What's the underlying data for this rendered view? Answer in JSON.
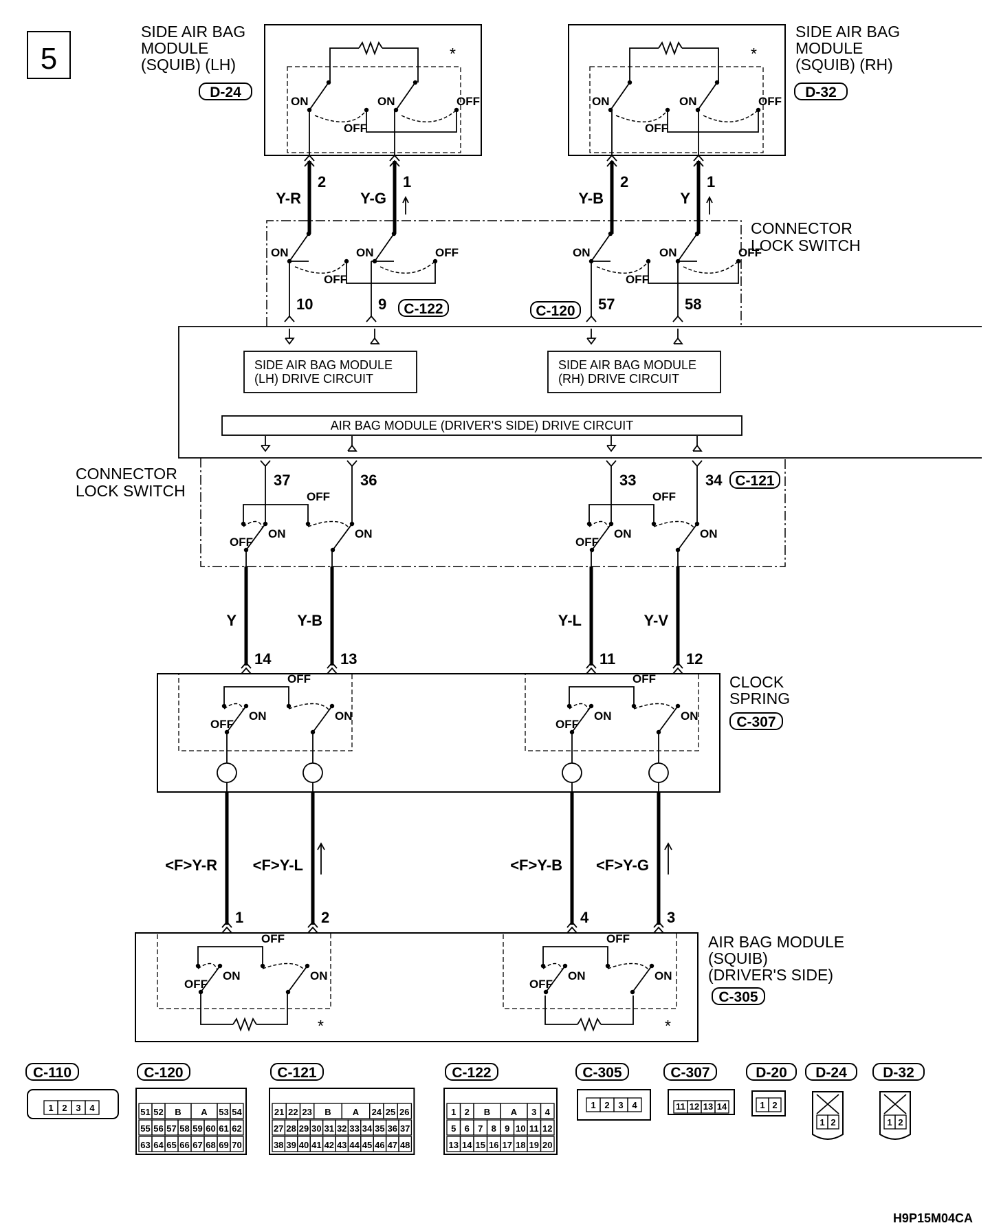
{
  "page_number": "5",
  "footer_code": "H9P15M04CA",
  "modules": {
    "sab_lh": {
      "lines": [
        "SIDE AIR BAG",
        "MODULE",
        "(SQUIB) (LH)"
      ],
      "connector": "D-24"
    },
    "sab_rh": {
      "lines": [
        "SIDE AIR BAG",
        "MODULE",
        "(SQUIB) (RH)"
      ],
      "connector": "D-32"
    },
    "lock_switch_upper": {
      "lines": [
        "CONNECTOR",
        "LOCK SWITCH"
      ]
    },
    "lock_switch_lower": {
      "lines": [
        "CONNECTOR",
        "LOCK SWITCH"
      ]
    },
    "clock_spring": {
      "lines": [
        "CLOCK",
        "SPRING"
      ],
      "connector": "C-307"
    },
    "driver_module": {
      "lines": [
        "AIR BAG MODULE",
        "(SQUIB)",
        "(DRIVER'S SIDE)"
      ],
      "connector": "C-305"
    }
  },
  "ecu_circuits": {
    "lh_drive": [
      "SIDE AIR BAG MODULE",
      "(LH) DRIVE CIRCUIT"
    ],
    "rh_drive": [
      "SIDE AIR BAG MODULE",
      "(RH) DRIVE CIRCUIT"
    ],
    "driver_drive": "AIR BAG MODULE (DRIVER'S SIDE) DRIVE CIRCUIT"
  },
  "connectors": {
    "c122": "C-122",
    "c120": "C-120",
    "c121": "C-121"
  },
  "switch_labels": {
    "on": "ON",
    "off": "OFF"
  },
  "asterisk": "*",
  "pins": {
    "lh_top_2": "2",
    "lh_top_1": "1",
    "rh_top_2": "2",
    "rh_top_1": "1",
    "c122_10": "10",
    "c122_9": "9",
    "c120_57": "57",
    "c120_58": "58",
    "c121_37": "37",
    "c121_36": "36",
    "c121_33": "33",
    "c121_34": "34",
    "cs_14": "14",
    "cs_13": "13",
    "cs_11": "11",
    "cs_12": "12",
    "dm_1": "1",
    "dm_2": "2",
    "dm_4": "4",
    "dm_3": "3"
  },
  "wires": {
    "lh_a": "Y-R",
    "lh_b": "Y-G",
    "rh_a": "Y-B",
    "rh_b": "Y",
    "mid_a": "Y",
    "mid_b": "Y-B",
    "mid_c": "Y-L",
    "mid_d": "Y-V",
    "low_a": "<F>Y-R",
    "low_b": "<F>Y-L",
    "low_c": "<F>Y-B",
    "low_d": "<F>Y-G"
  },
  "connector_views": [
    {
      "code": "C-110",
      "pins": [
        "1",
        "2",
        "3",
        "4"
      ]
    },
    {
      "code": "C-120",
      "rows": [
        [
          "51",
          "52",
          "B",
          "A",
          "53",
          "54"
        ],
        [
          "55",
          "56",
          "57",
          "58",
          "59",
          "60",
          "61",
          "62"
        ],
        [
          "63",
          "64",
          "65",
          "66",
          "67",
          "68",
          "69",
          "70"
        ]
      ]
    },
    {
      "code": "C-121",
      "rows": [
        [
          "21",
          "22",
          "23",
          "B",
          "A",
          "24",
          "25",
          "26"
        ],
        [
          "27",
          "28",
          "29",
          "30",
          "31",
          "32",
          "33",
          "34",
          "35",
          "36",
          "37"
        ],
        [
          "38",
          "39",
          "40",
          "41",
          "42",
          "43",
          "44",
          "45",
          "46",
          "47",
          "48"
        ]
      ]
    },
    {
      "code": "C-122",
      "rows": [
        [
          "1",
          "2",
          "B",
          "A",
          "3",
          "4"
        ],
        [
          "5",
          "6",
          "7",
          "8",
          "9",
          "10",
          "11",
          "12"
        ],
        [
          "13",
          "14",
          "15",
          "16",
          "17",
          "18",
          "19",
          "20"
        ]
      ]
    },
    {
      "code": "C-305",
      "pins": [
        "1",
        "2",
        "3",
        "4"
      ]
    },
    {
      "code": "C-307",
      "pins": [
        "11",
        "12",
        "13",
        "14"
      ]
    },
    {
      "code": "D-20",
      "pins": [
        "1",
        "2"
      ]
    },
    {
      "code": "D-24",
      "pins": [
        "1",
        "2"
      ]
    },
    {
      "code": "D-32",
      "pins": [
        "1",
        "2"
      ]
    }
  ]
}
